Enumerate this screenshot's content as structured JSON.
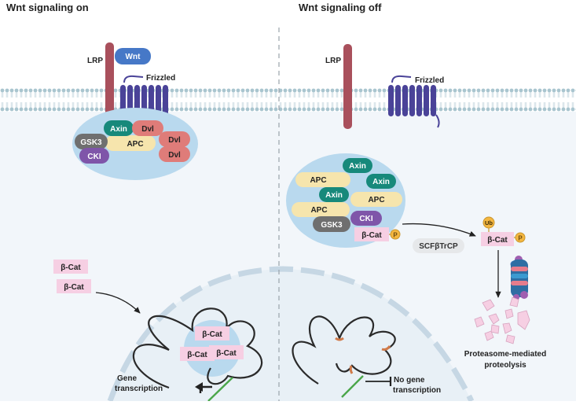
{
  "titles": {
    "left": "Wnt signaling on",
    "right": "Wnt signaling off"
  },
  "left_panel": {
    "lrp": "LRP",
    "wnt": "Wnt",
    "frizzled": "Frizzled",
    "complex": {
      "axin": "Axin",
      "dvl1": "Dvl",
      "dvl2": "Dvl",
      "dvl3": "Dvl",
      "gsk3": "GSK3",
      "apc": "APC",
      "cki": "CKI"
    },
    "free_bcat_1": "β-Cat",
    "free_bcat_2": "β-Cat",
    "nuclear_bcat_1": "β-Cat",
    "nuclear_bcat_2": "β-Cat",
    "nuclear_bcat_3": "β-Cat",
    "gene_transcription": [
      "Gene",
      "transcription"
    ]
  },
  "right_panel": {
    "lrp": "LRP",
    "frizzled": "Frizzled",
    "complex": {
      "axin1": "Axin",
      "axin2": "Axin",
      "axin3": "Axin",
      "apc1": "APC",
      "apc2": "APC",
      "apc3": "APC",
      "cki": "CKI",
      "gsk3": "GSK3",
      "bcat": "β-Cat",
      "p": "P"
    },
    "scf": "SCFβTrCP",
    "ub": "Ub",
    "bcat_ub": "β-Cat",
    "p2": "P",
    "proteolysis": [
      "Proteasome-mediated",
      "proteolysis"
    ],
    "no_gene_transcription": [
      "No gene",
      "transcription"
    ]
  },
  "colors": {
    "membrane": "#a9c5cf",
    "cytoplasm": "#f2f6fa",
    "complex_bg": "#b9d9ee",
    "axin": "#17897b",
    "dvl": "#df7c79",
    "gsk3": "#6f6f6f",
    "apc": "#f6e5ad",
    "cki": "#7f55a9",
    "wnt": "#4678c7",
    "lrp": "#a9505c",
    "frizzled": "#4a4398",
    "bcat": "#f6cfe3",
    "phospho": "#f4b63f",
    "nucleus": "#e8f0f6"
  }
}
